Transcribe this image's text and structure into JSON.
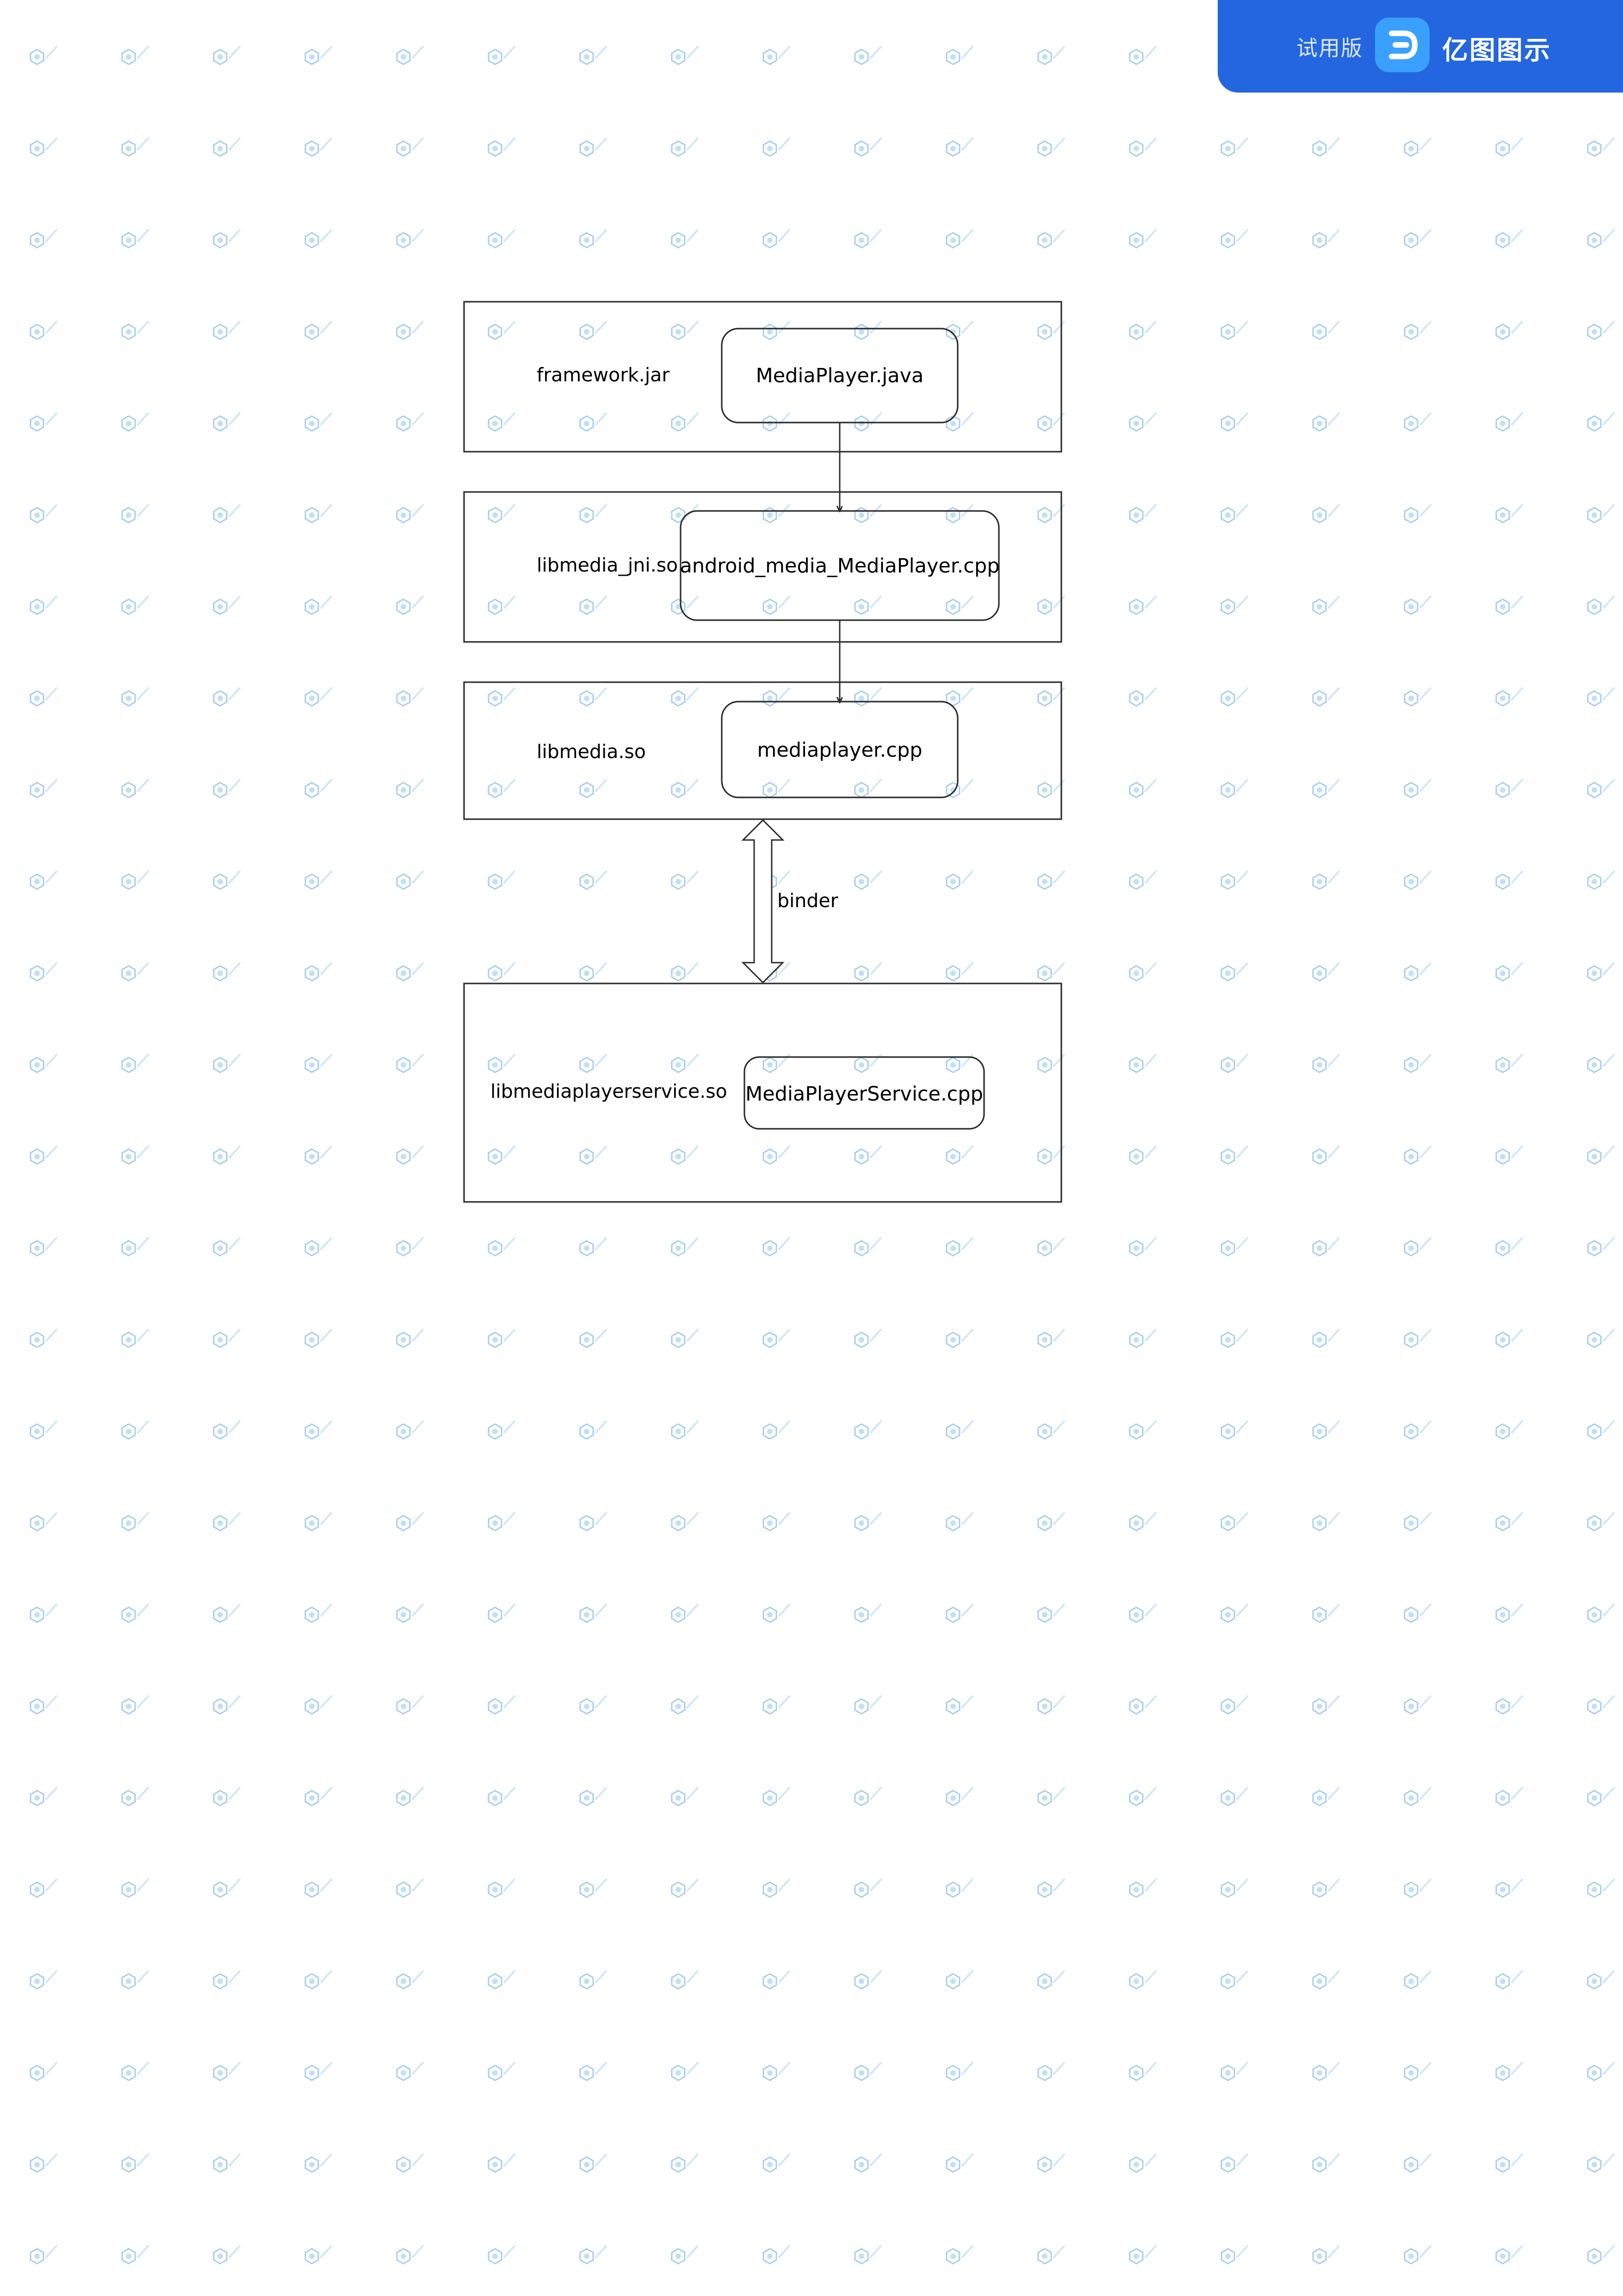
{
  "badge": {
    "trial_label": "试用版",
    "brand_name": "亿图图示",
    "color": "#2366e0",
    "logo_icon": "edraw-logo-icon"
  },
  "watermark": {
    "icon": "edraw-watermark-icon",
    "color": "#5aa3ea"
  },
  "diagram": {
    "layers": [
      {
        "id": "framework",
        "label": "framework.jar",
        "component": "MediaPlayer.java"
      },
      {
        "id": "jni",
        "label": "libmedia_jni.so",
        "component": "android_media_MediaPlayer.cpp"
      },
      {
        "id": "libmedia",
        "label": "libmedia.so",
        "component": "mediaplayer.cpp"
      },
      {
        "id": "service",
        "label": "libmediaplayerservice.so",
        "component": "MediaPlayerService.cpp"
      }
    ],
    "edges": [
      {
        "from": "MediaPlayer.java",
        "to": "android_media_MediaPlayer.cpp",
        "type": "arrow"
      },
      {
        "from": "android_media_MediaPlayer.cpp",
        "to": "mediaplayer.cpp",
        "type": "arrow"
      },
      {
        "from": "libmedia.so",
        "to": "libmediaplayerservice.so",
        "type": "double-arrow",
        "label": "binder"
      }
    ]
  }
}
